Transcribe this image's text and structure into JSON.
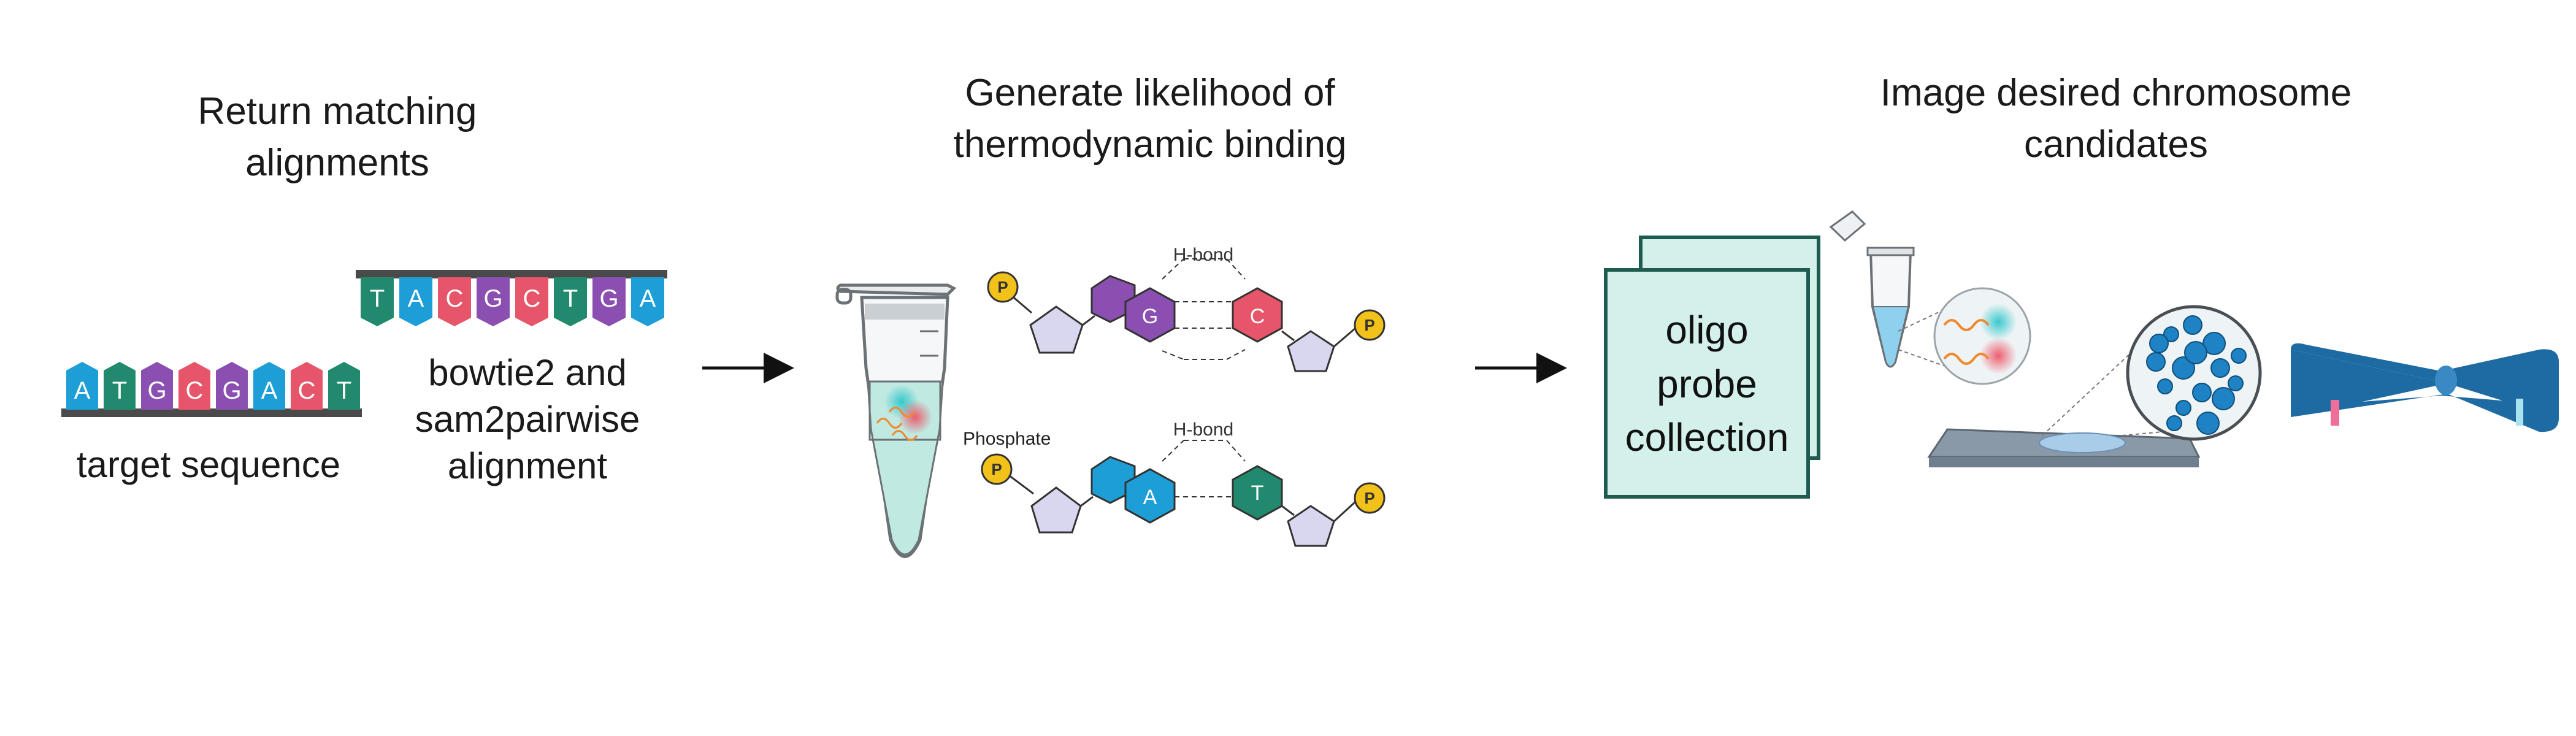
{
  "steps": [
    {
      "title_line1": "Return matching",
      "title_line2": "alignments"
    },
    {
      "title_line1": "Generate likelihood of",
      "title_line2": "thermodynamic binding"
    },
    {
      "title_line1": "Image desired chromosome",
      "title_line2": "candidates"
    }
  ],
  "target": {
    "caption": "target sequence",
    "letters": [
      "A",
      "T",
      "G",
      "C",
      "G",
      "A",
      "C",
      "T"
    ]
  },
  "alignment": {
    "caption_line1": "bowtie2  and",
    "caption_line2": "sam2pairwise",
    "caption_line3": "alignment",
    "letters": [
      "T",
      "A",
      "C",
      "G",
      "C",
      "T",
      "G",
      "A"
    ]
  },
  "binding": {
    "hbond_label": "H-bond",
    "phosphate_label": "Phosphate",
    "phosphate_symbol": "P",
    "pair1": [
      "G",
      "C"
    ],
    "pair2": [
      "A",
      "T"
    ]
  },
  "probes": {
    "line1": "oligo",
    "line2": "probe",
    "line3": "collection"
  },
  "colors": {
    "A": "#1e9ed6",
    "T": "#218a6e",
    "G": "#8a4fb0",
    "C": "#e6556a",
    "sugar": "#d9d6f0",
    "phosphate": "#f2c21b",
    "chromosome": "#1e6ba3",
    "probe_box": "#d4f0ea",
    "probe_border": "#1e5c4f"
  }
}
